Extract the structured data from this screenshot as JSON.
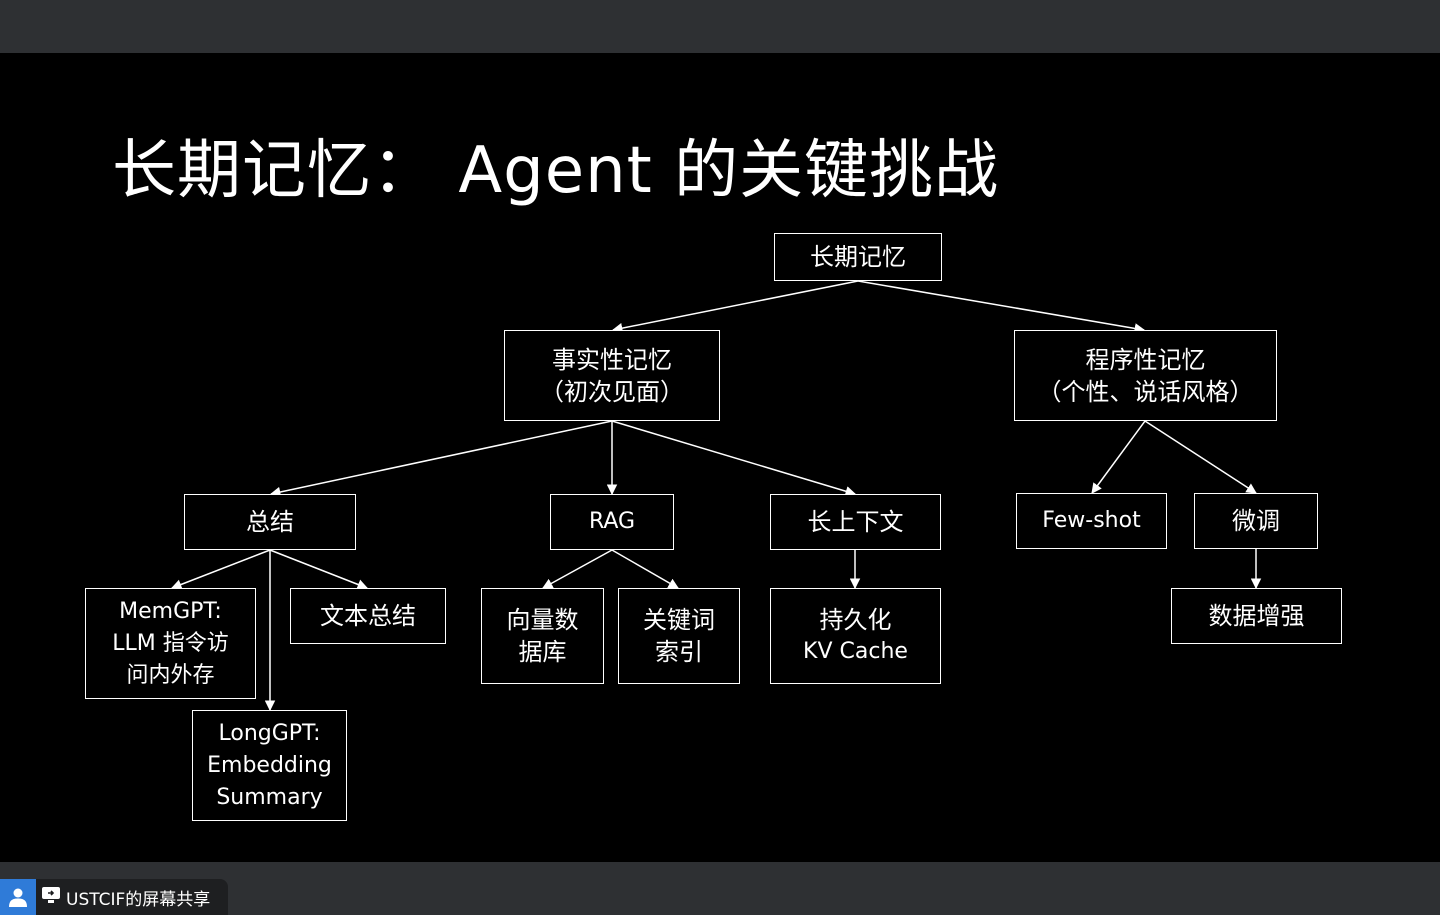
{
  "slide": {
    "title": "长期记忆：  Agent 的关键挑战",
    "nodes": {
      "root": "长期记忆",
      "factual": [
        "事实性记忆",
        "（初次见面）"
      ],
      "procedural": [
        "程序性记忆",
        "（个性、说话风格）"
      ],
      "summary": "总结",
      "rag": "RAG",
      "long_context": "长上下文",
      "few_shot": "Few-shot",
      "finetune": "微调",
      "memgpt": [
        "MemGPT:",
        "LLM 指令访",
        "问内外存"
      ],
      "text_summary": "文本总结",
      "longgpt": [
        "LongGPT:",
        "Embedding",
        "Summary"
      ],
      "vector_db": [
        "向量数",
        "据库"
      ],
      "keyword_index": [
        "关键词",
        "索引"
      ],
      "persistent_kv": [
        "持久化",
        "KV Cache"
      ],
      "data_augment": "数据增强"
    }
  },
  "screen_share": {
    "label": "USTCIF的屏幕共享",
    "user_icon": "user-icon",
    "share_icon": "screen-share-icon",
    "accent": "#2f7bd8"
  }
}
